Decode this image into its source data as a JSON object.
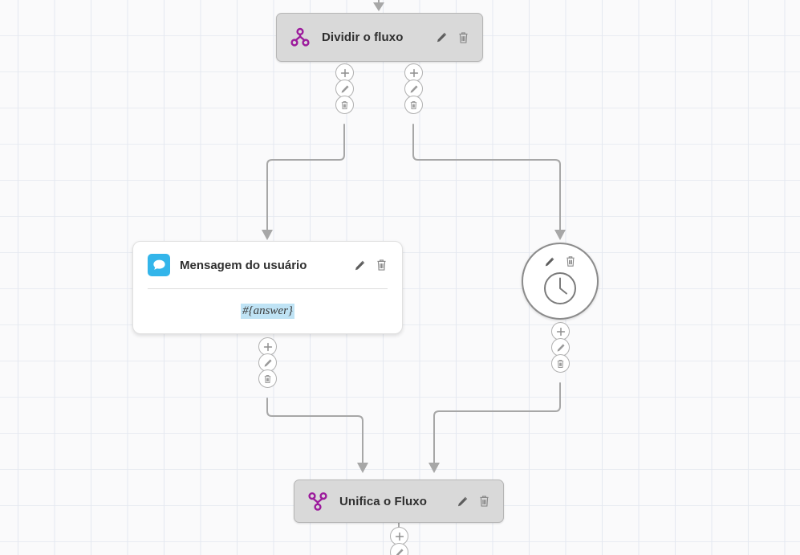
{
  "canvas": {
    "name": "flow-editor-canvas",
    "grid_color": "#e6eaf1",
    "background_color": "#fafafb",
    "edge_color": "#a7a7a7"
  },
  "nodes": [
    {
      "id": "split",
      "type": "split-flow",
      "title": "Dividir o fluxo",
      "icon": "split-flow-icon",
      "icon_color": "#9c1a9c",
      "fill": "#d9d9d9",
      "edit_label": "Editar",
      "delete_label": "Excluir"
    },
    {
      "id": "message",
      "type": "user-message",
      "title": "Mensagem do usuário",
      "icon": "chat-bubble-icon",
      "icon_color": "#33b5ea",
      "fill": "#ffffff",
      "body_value": "#{answer}",
      "body_highlight": "#bfe3f5",
      "edit_label": "Editar",
      "delete_label": "Excluir"
    },
    {
      "id": "delay",
      "type": "delay",
      "title": "",
      "icon": "clock-icon",
      "fill": "#ffffff",
      "edit_label": "Editar",
      "delete_label": "Excluir"
    },
    {
      "id": "merge",
      "type": "merge-flow",
      "title": "Unifica o Fluxo",
      "icon": "merge-flow-icon",
      "icon_color": "#9c1a9c",
      "fill": "#d9d9d9",
      "edit_label": "Editar",
      "delete_label": "Excluir"
    }
  ],
  "ports": {
    "add_label": "Adicionar",
    "edit_label": "Editar",
    "delete_label": "Excluir",
    "icons": [
      "plus-icon",
      "pencil-icon",
      "trash-icon"
    ]
  }
}
